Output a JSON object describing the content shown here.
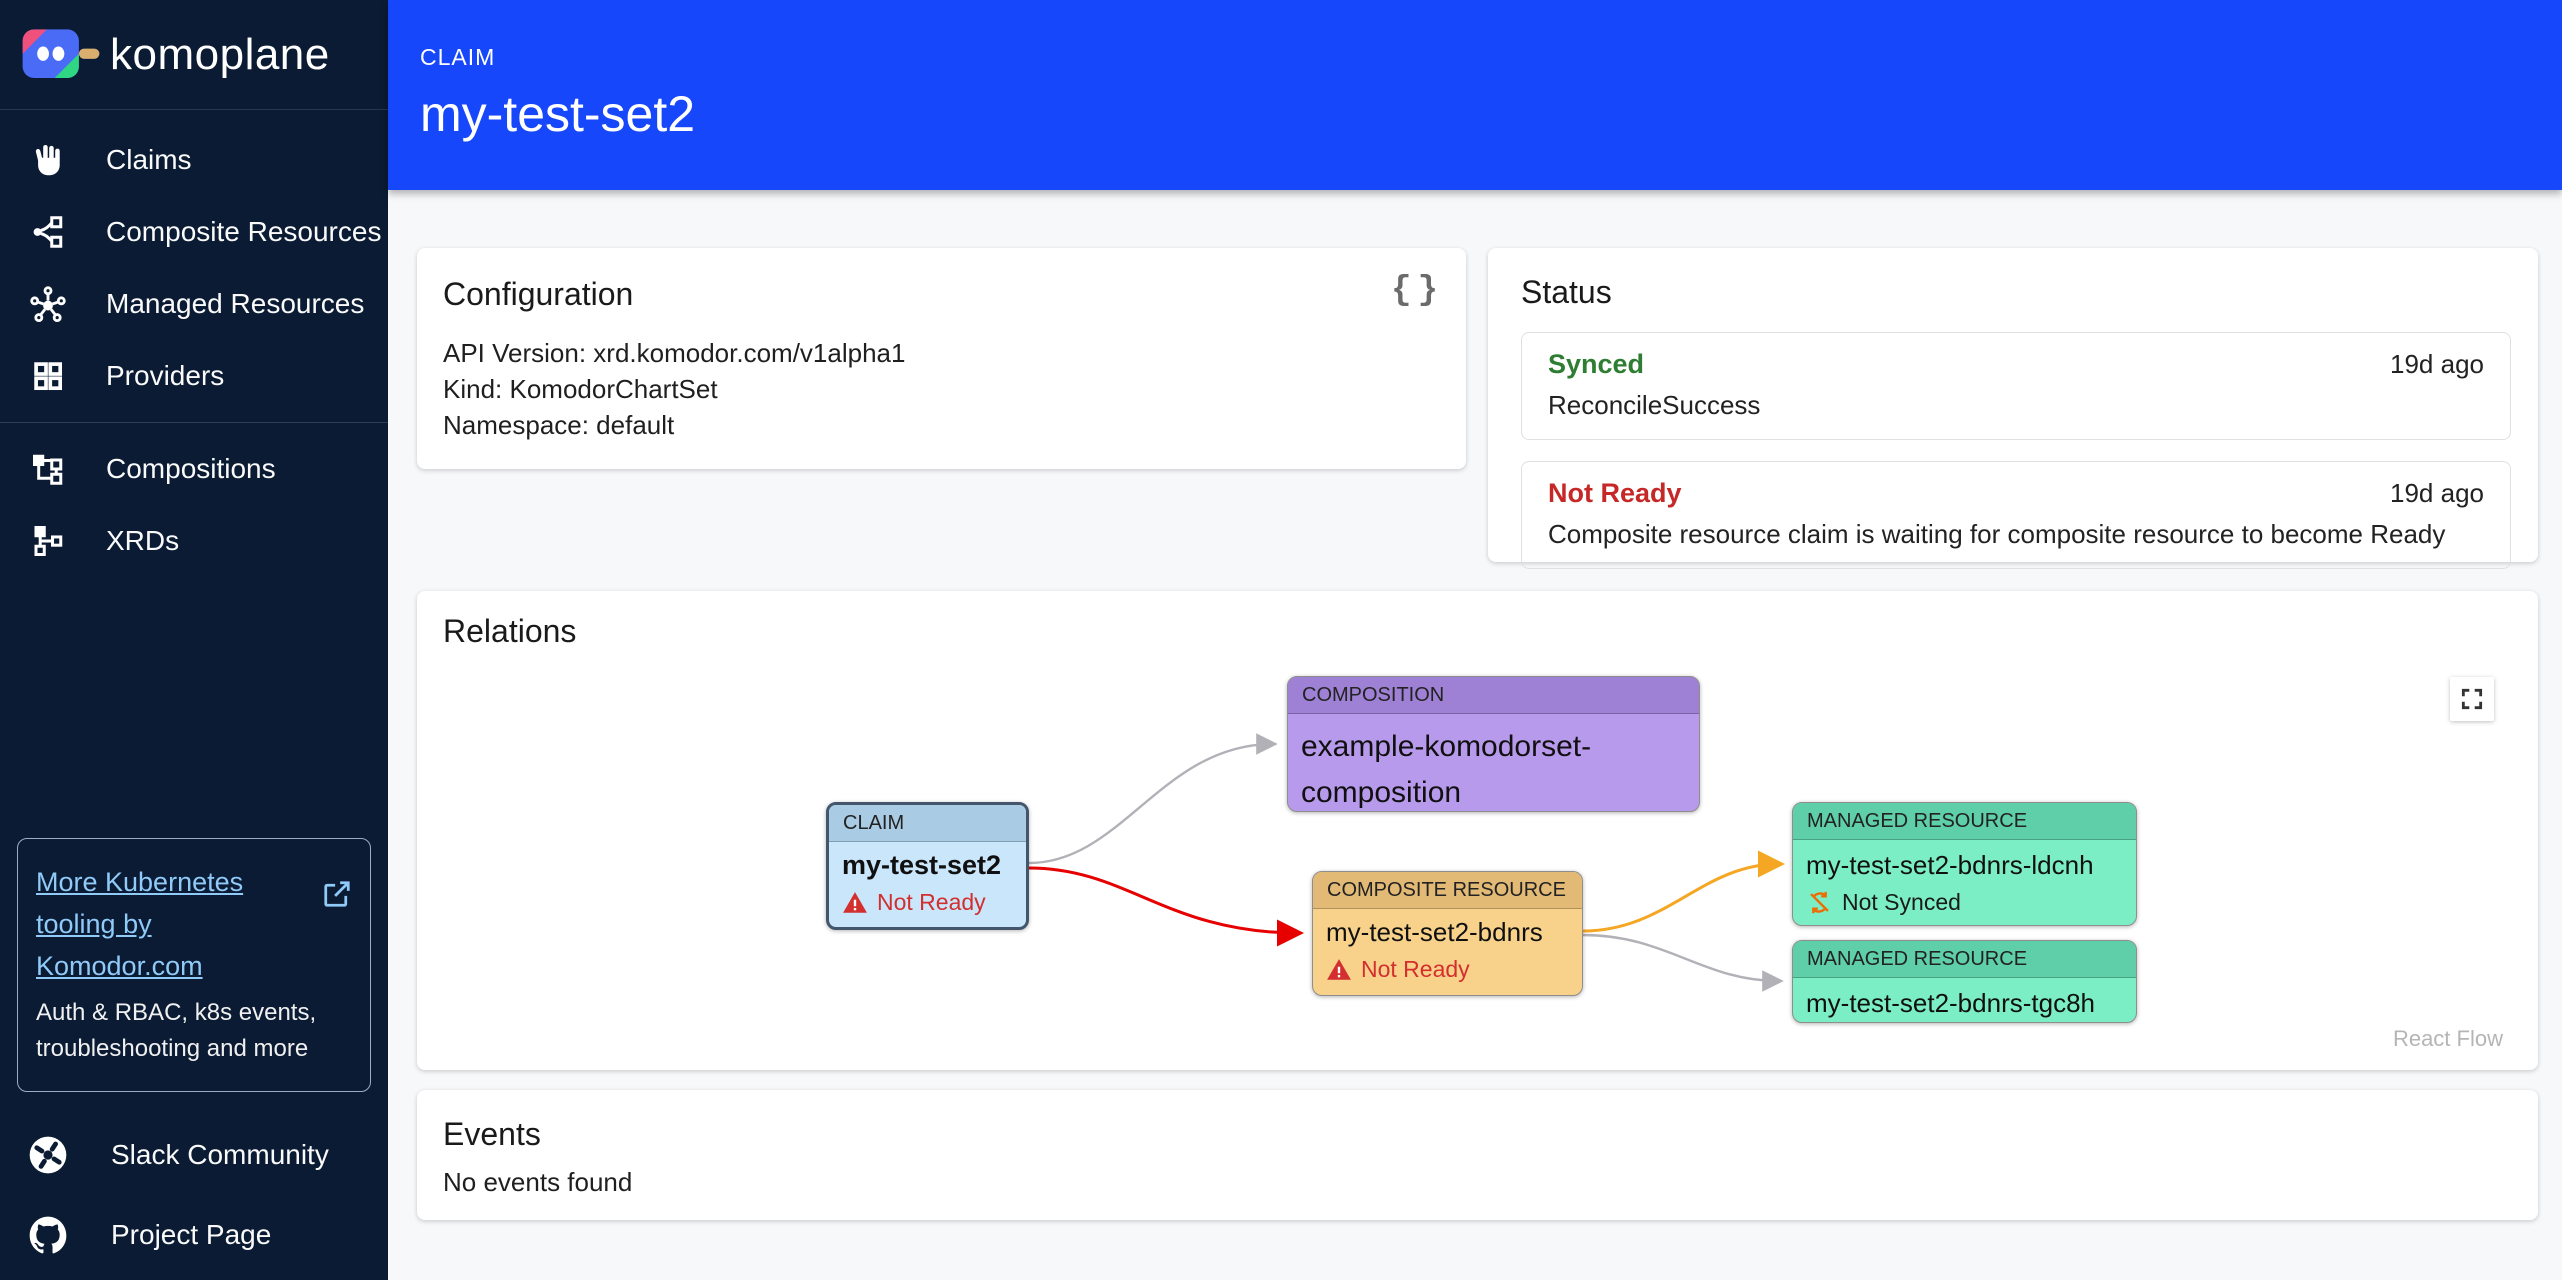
{
  "sidebar": {
    "logo_text": "komoplane",
    "items": [
      {
        "label": "Claims",
        "icon": "hand-icon"
      },
      {
        "label": "Composite Resources",
        "icon": "composite-resources-icon"
      },
      {
        "label": "Managed Resources",
        "icon": "managed-resources-icon"
      },
      {
        "label": "Providers",
        "icon": "providers-icon"
      },
      {
        "label": "Compositions",
        "icon": "compositions-icon"
      },
      {
        "label": "XRDs",
        "icon": "xrds-icon"
      }
    ],
    "promo": {
      "link_text": "More Kubernetes tooling by Komodor.com",
      "description": "Auth & RBAC, k8s events, troubleshooting and more",
      "icon": "external-link-icon"
    },
    "links": [
      {
        "label": "Slack Community",
        "icon": "slack-icon"
      },
      {
        "label": "Project Page",
        "icon": "github-icon"
      }
    ]
  },
  "header": {
    "kicker": "CLAIM",
    "title": "my-test-set2"
  },
  "configuration": {
    "title": "Configuration",
    "icon": "braces-icon",
    "lines": [
      "API Version: xrd.komodor.com/v1alpha1",
      "Kind: KomodorChartSet",
      "Namespace: default"
    ]
  },
  "status": {
    "title": "Status",
    "entries": [
      {
        "state": "Synced",
        "state_color": "#2e7d32",
        "age": "19d ago",
        "message": "ReconcileSuccess"
      },
      {
        "state": "Not Ready",
        "state_color": "#c62828",
        "age": "19d ago",
        "message": "Composite resource claim is waiting for composite resource to become Ready"
      }
    ]
  },
  "relations": {
    "title": "Relations",
    "attribution": "React Flow",
    "nodes": [
      {
        "type": "CLAIM",
        "name": "my-test-set2",
        "status": "Not Ready",
        "status_icon": "warning-triangle-icon"
      },
      {
        "type": "COMPOSITION",
        "name": "example-komodorset-composition"
      },
      {
        "type": "COMPOSITE RESOURCE",
        "name": "my-test-set2-bdnrs",
        "status": "Not Ready",
        "status_icon": "warning-triangle-icon"
      },
      {
        "type": "MANAGED RESOURCE",
        "name": "my-test-set2-bdnrs-ldcnh",
        "status": "Not Synced",
        "status_icon": "sync-disabled-icon"
      },
      {
        "type": "MANAGED RESOURCE",
        "name": "my-test-set2-bdnrs-tgc8h"
      }
    ]
  },
  "events": {
    "title": "Events",
    "empty_message": "No events found"
  },
  "colors": {
    "header_blue": "#1747fb",
    "sidebar_navy": "#0a1b33",
    "link_light_blue": "#90caf9",
    "success_green": "#2e7d32",
    "error_red": "#c62828",
    "warning_orange": "#ed6c02",
    "edge_gray": "#b1b1b7",
    "edge_red": "#e60000",
    "edge_orange": "#f5a623",
    "claim_node": "#c9e6fa",
    "composition_node": "#b79aec",
    "composite_node": "#f8d28b",
    "managed_node": "#7beec6"
  }
}
